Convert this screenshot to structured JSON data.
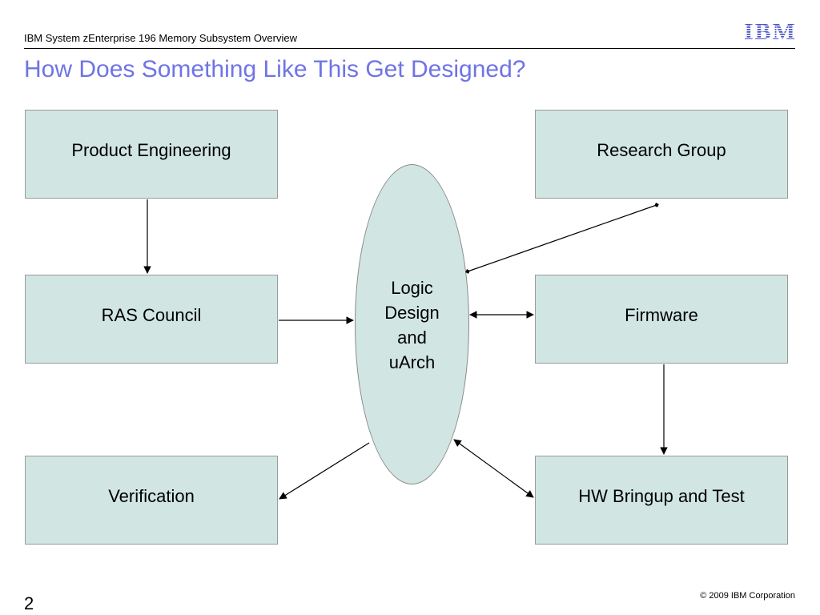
{
  "header": {
    "text": "IBM System zEnterprise 196 Memory Subsystem Overview",
    "logo": "IBM"
  },
  "title": "How Does Something Like This Get Designed?",
  "nodes": {
    "product_engineering": "Product Engineering",
    "research_group": "Research Group",
    "ras_council": "RAS Council",
    "firmware": "Firmware",
    "verification": "Verification",
    "hw_bringup": "HW Bringup and Test",
    "center": {
      "lines": [
        "Logic",
        "Design",
        "and",
        "uArch"
      ]
    }
  },
  "colors": {
    "box_fill": "#d1e6e3",
    "title": "#6f74e6",
    "logo": "#4a55c8"
  },
  "footer": {
    "page_number": "2",
    "copyright": "© 2009 IBM Corporation"
  }
}
